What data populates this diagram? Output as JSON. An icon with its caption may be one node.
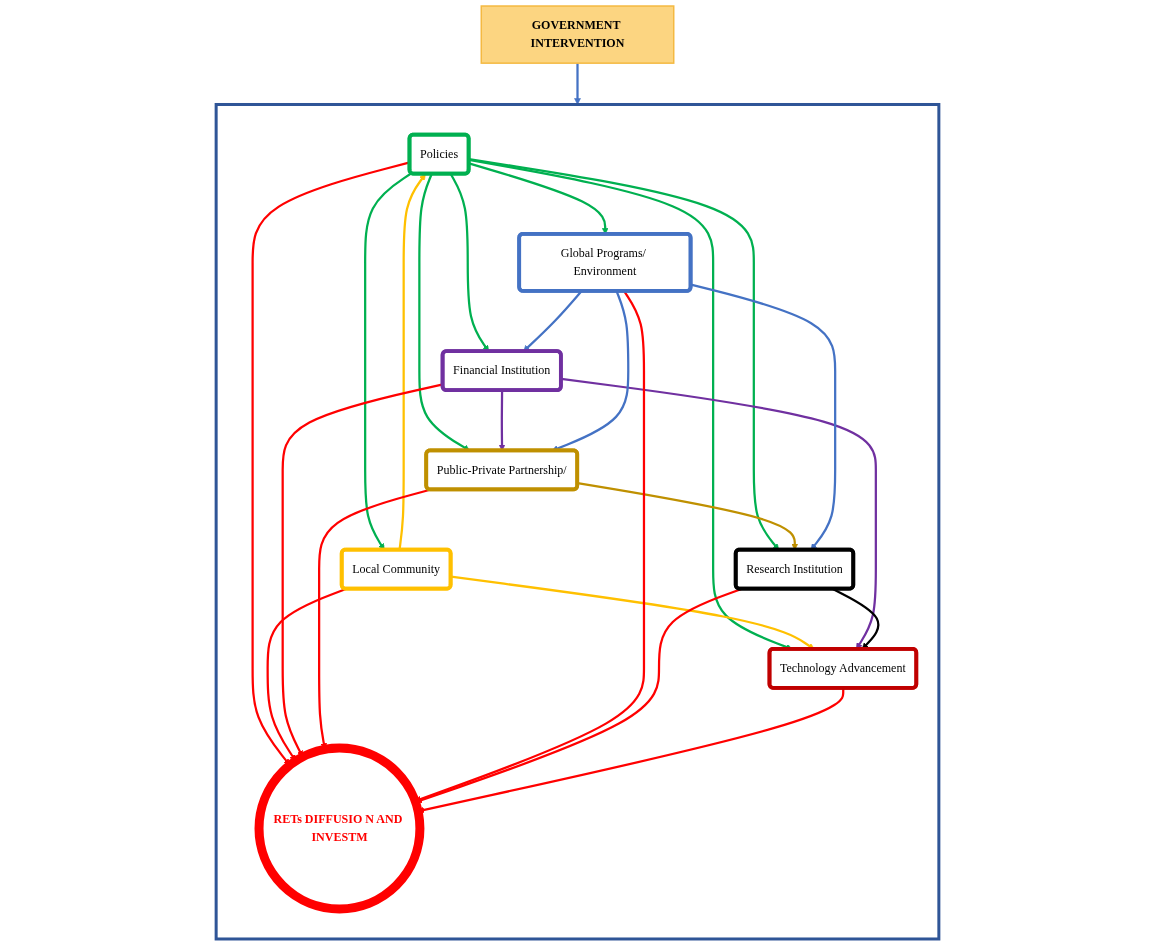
{
  "diagram": {
    "nodes": [
      {
        "text": [
          "GOVERNMENT INTERVENTION"
        ]
      },
      {
        "text": [],
        "shape": "box"
      },
      {
        "text": [
          "Policies"
        ],
        "in": 1
      },
      {
        "text": [
          "Financial Institution"
        ],
        "in": 1
      },
      {
        "text": [
          "Local Community"
        ],
        "in": 1
      },
      {
        "text": [
          "Public-Private Partnership/"
        ],
        "in": 1
      },
      {
        "text": [
          "RETs DIFFUSIO N AND INVESTM"
        ],
        "in": 1
      },
      {
        "text": [
          "Global Programs/ Environment"
        ],
        "in": 1
      },
      {
        "text": [
          "Research Institution"
        ],
        "in": 1
      },
      {
        "text": [
          "Technology Advancement"
        ],
        "in": 1
      }
    ],
    "edges": [
      {
        "from": 0,
        "to": 1,
        "arrow": "to",
        "color": "#4472c4"
      },
      {
        "from": 2,
        "to": 3,
        "arrow": "to",
        "color": "#00b050"
      },
      {
        "from": 2,
        "to": 4,
        "arrow": "to",
        "color": "#00b050"
      },
      {
        "from": 2,
        "to": 5,
        "arrow": "to",
        "color": "#00b050"
      },
      {
        "from": 2,
        "to": 8,
        "arrow": "to",
        "color": "#00b050"
      },
      {
        "from": 2,
        "to": 7,
        "arrow": "to",
        "color": "#00b050"
      },
      {
        "from": 2,
        "to": 9,
        "arrow": "to",
        "color": "#00b050"
      },
      {
        "from": 2,
        "to": 6,
        "arrow": "to",
        "color": "#ff0000"
      },
      {
        "from": 4,
        "to": 2,
        "arrow": "to",
        "color": "#ffc000"
      },
      {
        "from": 4,
        "to": 9,
        "arrow": "to",
        "color": "#ffc000"
      },
      {
        "from": 4,
        "to": 6,
        "arrow": "to",
        "color": "#ff0000"
      },
      {
        "from": 3,
        "to": 5,
        "arrow": "to",
        "color": "#7030a0"
      },
      {
        "from": 3,
        "to": 9,
        "arrow": "to",
        "color": "#7030a0"
      },
      {
        "from": 3,
        "to": 6,
        "arrow": "to",
        "color": "#ff0000"
      },
      {
        "from": 5,
        "to": 8,
        "arrow": "to",
        "color": "#bf9000"
      },
      {
        "from": 5,
        "to": 6,
        "arrow": "to",
        "color": "#ff0000"
      },
      {
        "from": 7,
        "to": 6,
        "arrow": "to",
        "color": "#ff0000"
      },
      {
        "from": 7,
        "to": 3,
        "arrow": "to",
        "color": "#4472c4"
      },
      {
        "from": 7,
        "to": 5,
        "arrow": "to",
        "color": "#4472c4"
      },
      {
        "from": 7,
        "to": 8,
        "arrow": "to",
        "color": "#4472c4"
      },
      {
        "from": 8,
        "to": 9,
        "arrow": "to",
        "color": "#000000"
      },
      {
        "from": 8,
        "to": 6,
        "arrow": "to",
        "color": "#ff0000"
      },
      {
        "from": 9,
        "to": 6,
        "arrow": "to",
        "color": "#ff0000"
      }
    ]
  }
}
